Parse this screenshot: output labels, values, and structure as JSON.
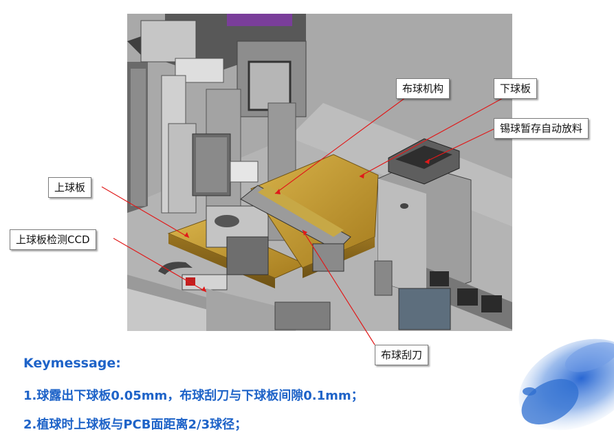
{
  "callouts": {
    "bqjg": "布球机构",
    "xqb": "下球板",
    "xqzc": "锡球暂存自动放料",
    "sqb": "上球板",
    "ccd": "上球板检测CCD",
    "gd": "布球刮刀"
  },
  "keymessage": {
    "title": "Keymessage:",
    "line1": "1.球露出下球板0.05mm，布球刮刀与下球板间隙0.1mm；",
    "line2": "2.植球时上球板与PCB面距离2/3球径；"
  },
  "colors": {
    "accent_text": "#1e63c8",
    "leader_line": "#e01a1a",
    "plate_gold": "#c9a23a",
    "machine_gray": "#8a8a8a",
    "paint_splash": "#2f6fd0"
  }
}
